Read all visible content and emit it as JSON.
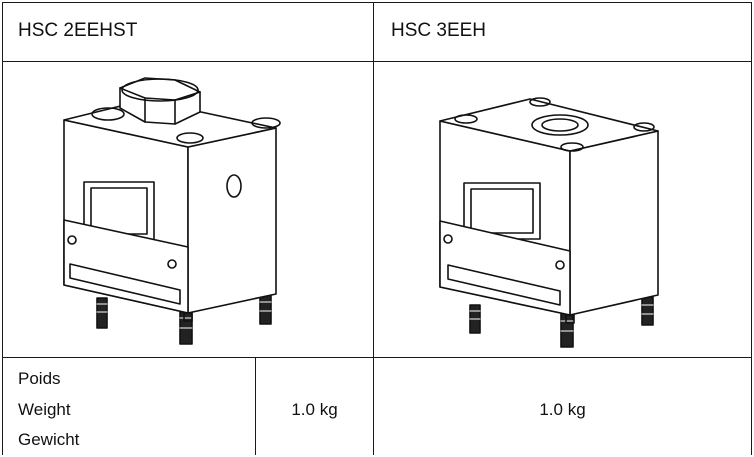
{
  "table": {
    "headers": [
      "HSC 2EEHST",
      "HSC 3EEH"
    ],
    "drawings": [
      {
        "icon": "hsc-2eehst-cylinder-drawing"
      },
      {
        "icon": "hsc-3eeh-cylinder-drawing"
      }
    ],
    "weight_row": {
      "labels": [
        "Poids",
        "Weight",
        "Gewicht"
      ],
      "values": [
        "1.0 kg",
        "1.0 kg"
      ]
    }
  }
}
